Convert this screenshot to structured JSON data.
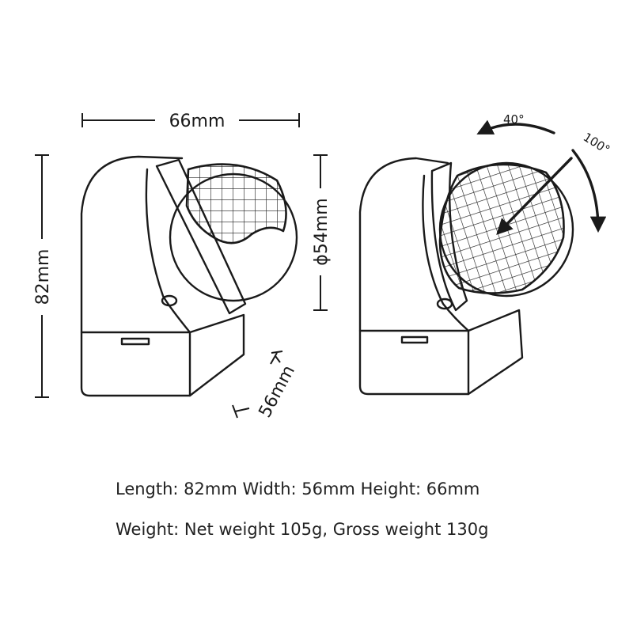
{
  "dimensions": {
    "width_top": "66mm",
    "height_left": "82mm",
    "sphere_diameter": "ϕ54mm",
    "depth": "56mm"
  },
  "angles": {
    "tilt": "40°",
    "rotation": "100°"
  },
  "specs": {
    "line1": "Length: 82mm Width: 56mm Height: 66mm",
    "line2": "Weight: Net weight 105g, Gross weight 130g"
  },
  "colors": {
    "stroke": "#1a1a1a",
    "background": "#ffffff"
  }
}
